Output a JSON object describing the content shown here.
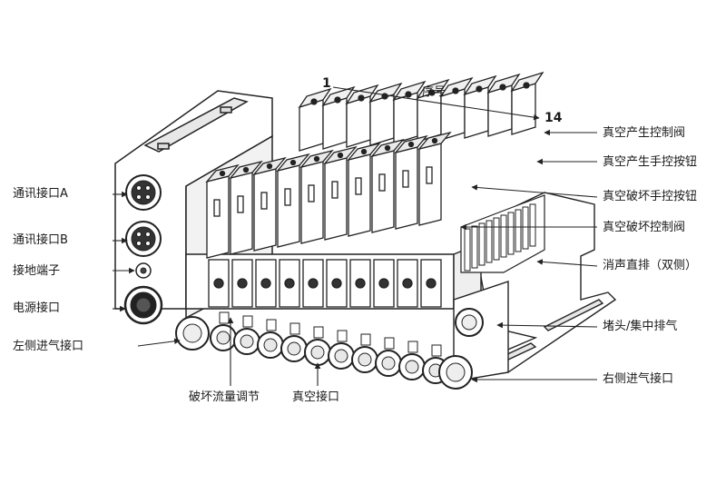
{
  "sequence": {
    "title": "序号",
    "start": "1",
    "end": "14"
  },
  "labels_left": {
    "comm_a": "通讯接口A",
    "comm_b": "通讯接口B",
    "ground": "接地端子",
    "power": "电源接口",
    "left_inlet": "左侧进气接口"
  },
  "labels_right": {
    "vac_gen_valve": "真空产生控制阀",
    "vac_gen_manual": "真空产生手控按钮",
    "vac_break_manual": "真空破坏手控按钮",
    "vac_break_valve": "真空破坏控制阀",
    "muffler": "消声直排（双侧）",
    "plug": "堵头/集中排气",
    "right_inlet": "右侧进气接口"
  },
  "labels_bottom": {
    "flow_adjust": "破坏流量调节",
    "vac_port": "真空接口"
  },
  "colors": {
    "line": "#222222",
    "body": "#ffffff",
    "shade": "#d9d9d9"
  },
  "stations": 10
}
